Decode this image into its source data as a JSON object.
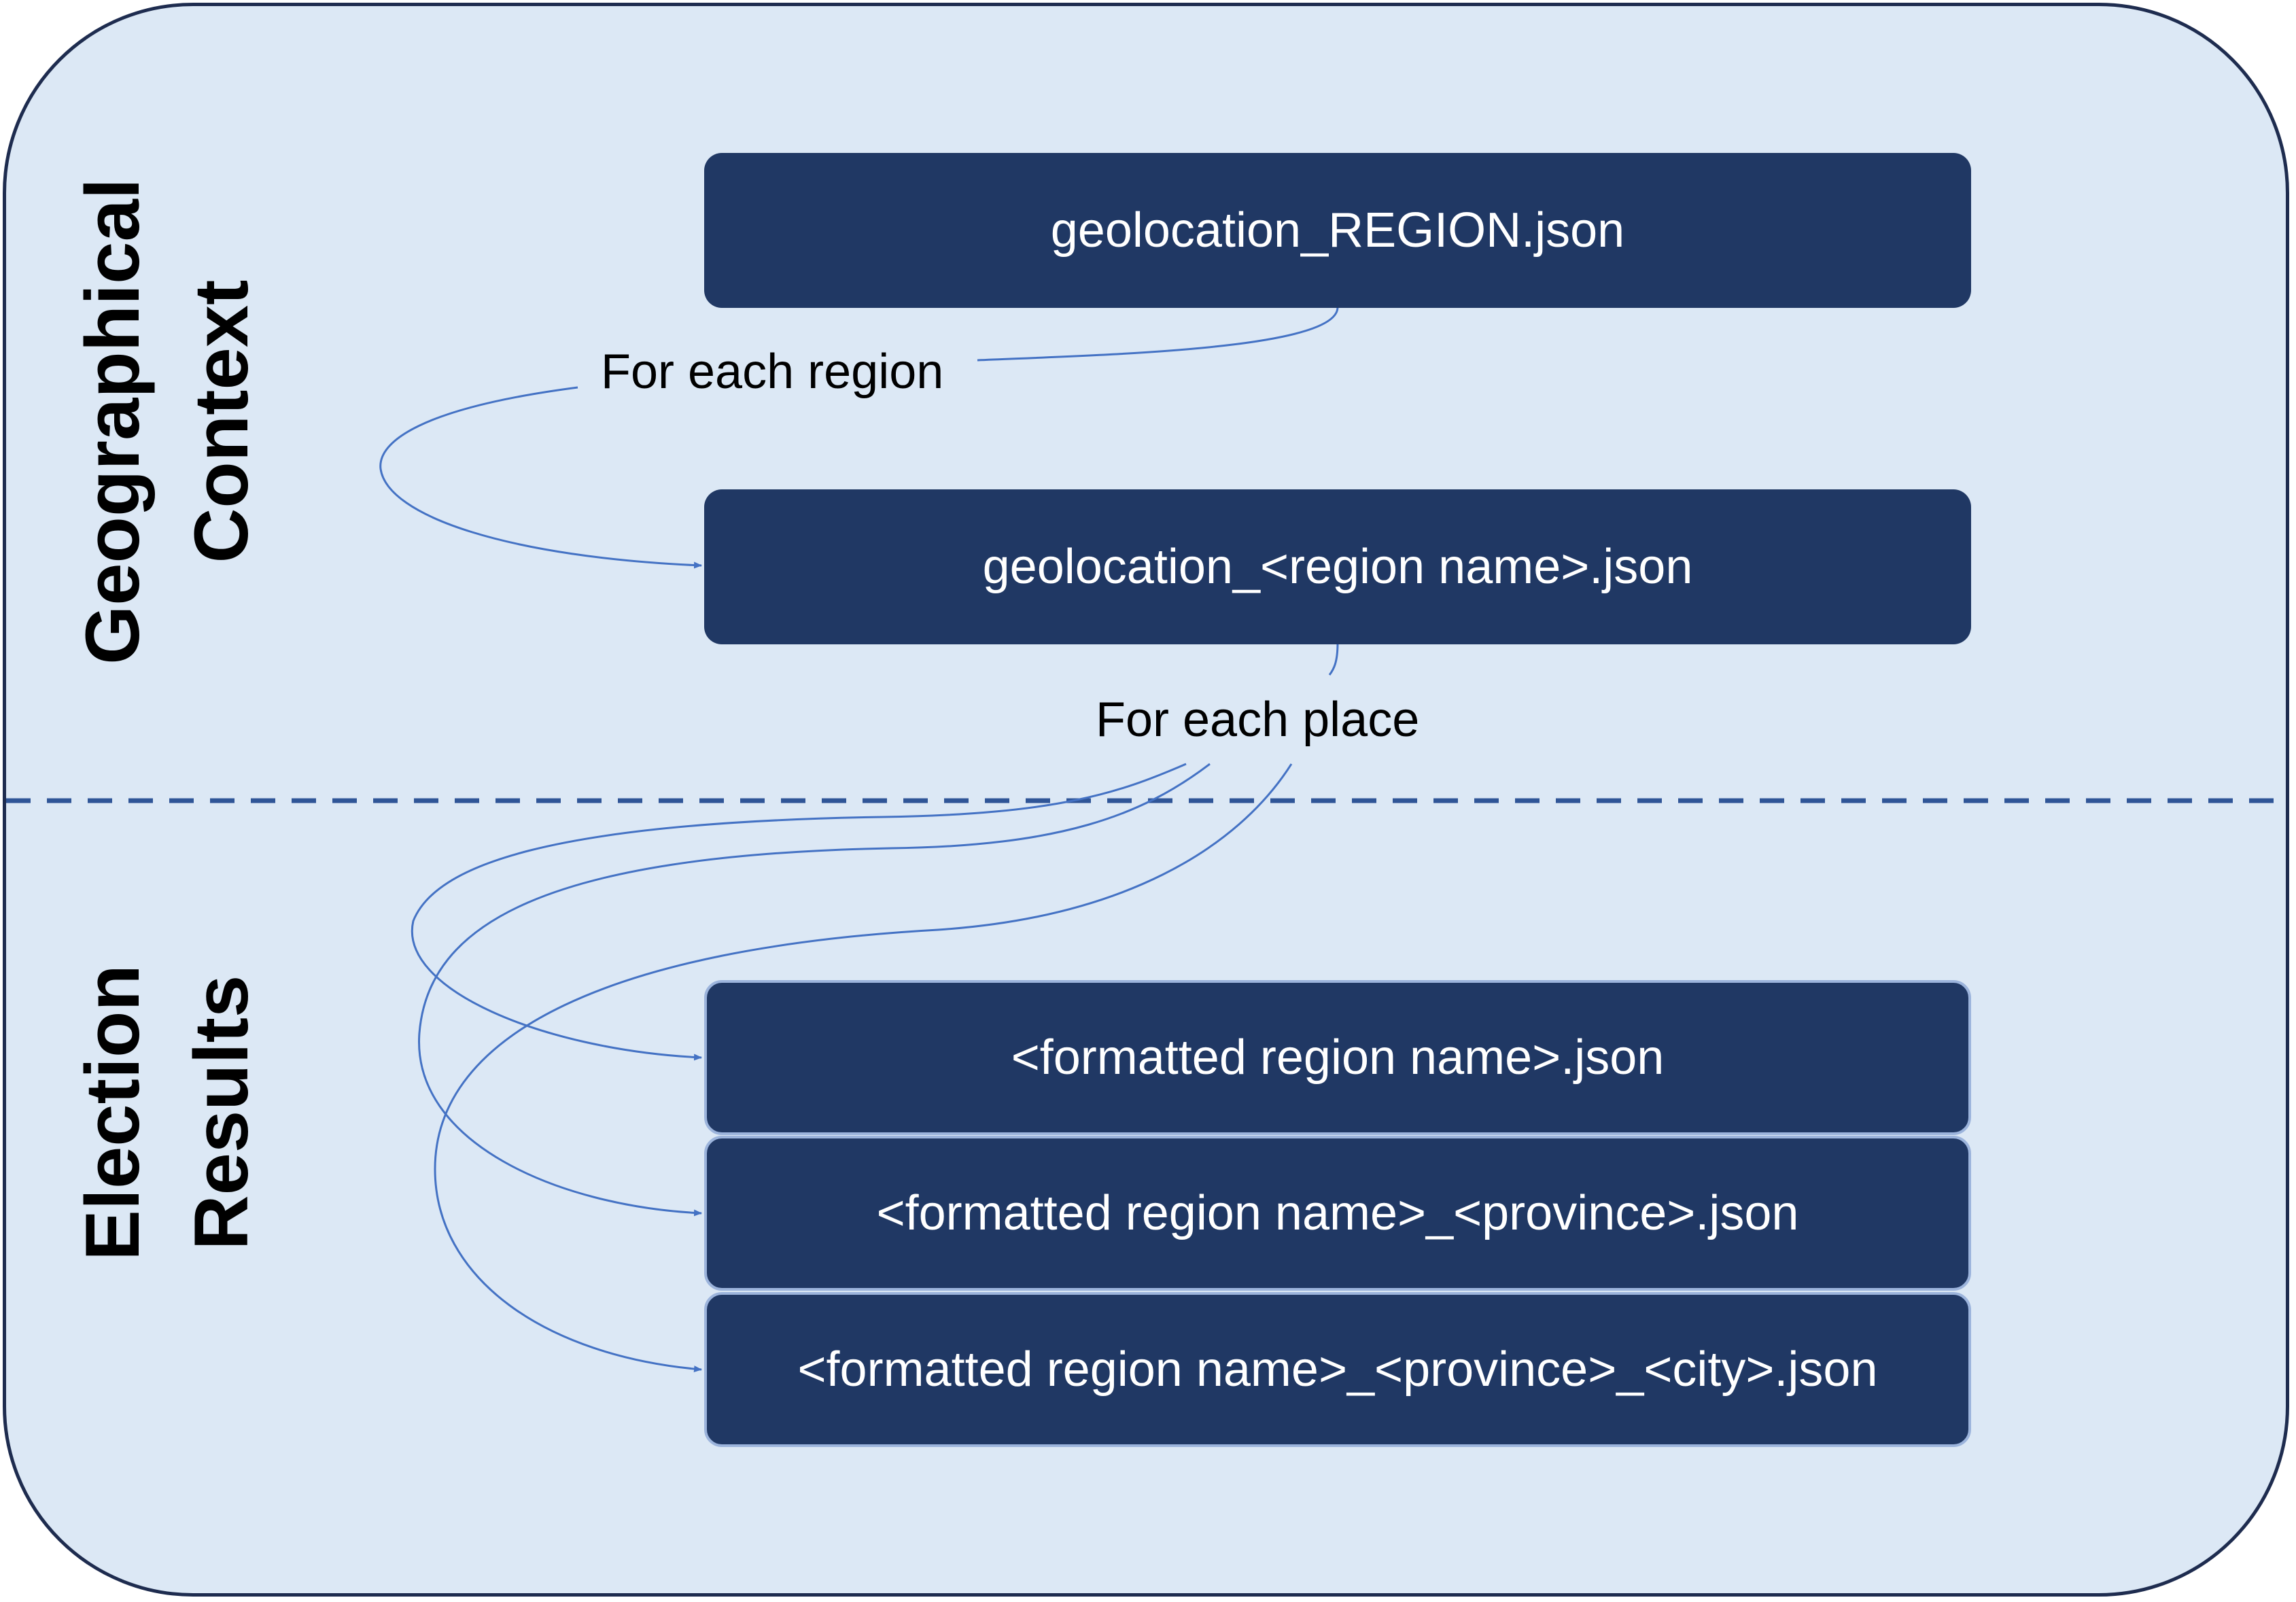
{
  "sections": {
    "top": {
      "line1": "Geographical",
      "line2": "Context"
    },
    "bottom": {
      "line1": "Election",
      "line2": "Results"
    }
  },
  "nodes": {
    "geolocation_region": "geolocation_REGION.json",
    "geolocation_region_name": "geolocation_<region name>.json",
    "formatted_region": "<formatted region name>.json",
    "formatted_province": "<formatted region name>_<province>.json",
    "formatted_city": "<formatted region name>_<province>_<city>.json"
  },
  "edges": {
    "for_each_region": "For each region",
    "for_each_place": "For each place"
  },
  "colors": {
    "panel_fill": "#dce8f5",
    "panel_border": "#1e2c4f",
    "box_fill": "#203864",
    "connector": "#4472c4",
    "divider": "#2f5597"
  }
}
